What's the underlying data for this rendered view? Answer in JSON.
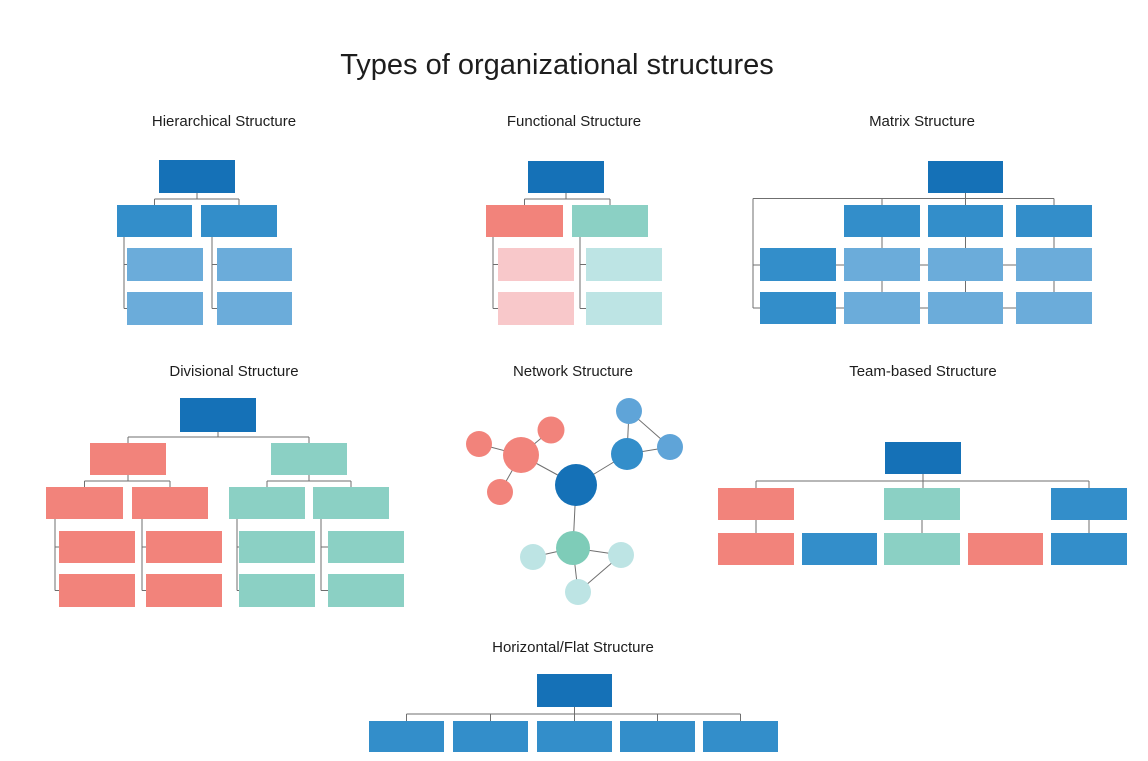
{
  "title": "Types of organizational structures",
  "palette": {
    "dark_blue": "#1571B7",
    "mid_blue": "#338ECA",
    "light_blue": "#6BACDA",
    "pale_blue": "#5FA4D8",
    "salmon": "#F2837B",
    "light_pink": "#F8C8CA",
    "teal": "#8BD0C4",
    "green_teal": "#7ECCB8",
    "light_teal": "#BDE4E4",
    "line": "#6F6F6F",
    "text": "#1D1D1D"
  },
  "panels": [
    {
      "id": "hierarchical",
      "title": "Hierarchical Structure"
    },
    {
      "id": "functional",
      "title": "Functional Structure"
    },
    {
      "id": "matrix",
      "title": "Matrix Structure"
    },
    {
      "id": "divisional",
      "title": "Divisional Structure"
    },
    {
      "id": "network",
      "title": "Network Structure"
    },
    {
      "id": "team",
      "title": "Team-based Structure"
    },
    {
      "id": "flat",
      "title": "Horizontal/Flat Structure"
    }
  ]
}
